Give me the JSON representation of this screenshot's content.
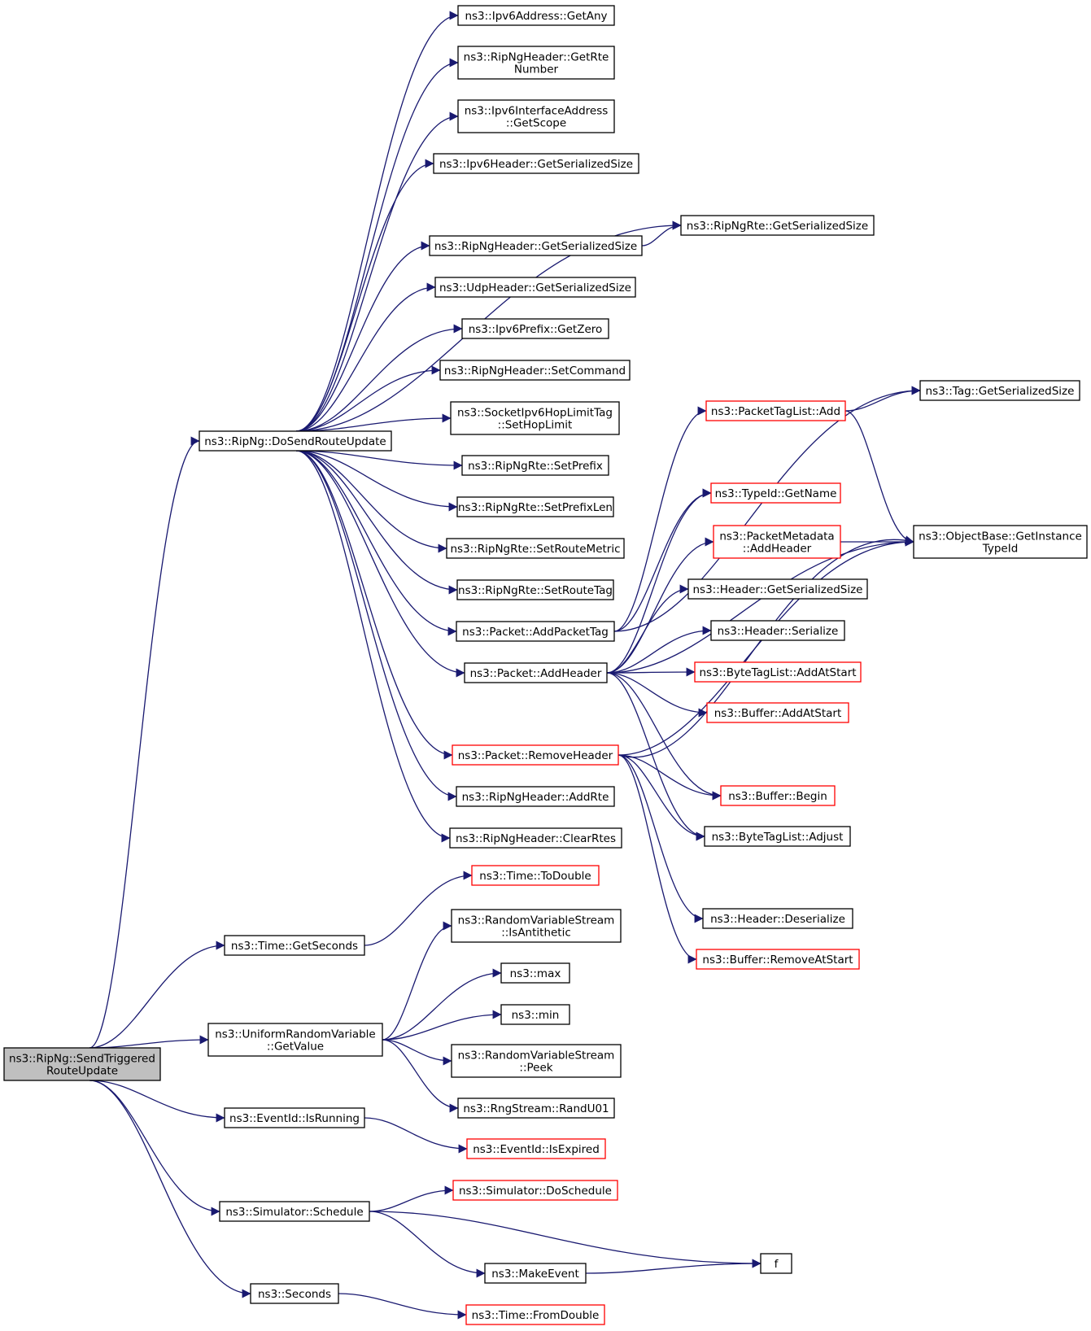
{
  "colors": {
    "edge": "#191970",
    "node_border": "#000000",
    "truncated_border": "#ff0000",
    "root_fill": "#bfbfbf",
    "node_fill": "#ffffff"
  },
  "nodes": [
    {
      "id": "root",
      "lines": [
        "ns3::RipNg::SendTriggered",
        "RouteUpdate"
      ],
      "root": true
    },
    {
      "id": "dosend",
      "lines": [
        "ns3::RipNg::DoSendRouteUpdate"
      ]
    },
    {
      "id": "getany",
      "lines": [
        "ns3::Ipv6Address::GetAny"
      ]
    },
    {
      "id": "getrtenum",
      "lines": [
        "ns3::RipNgHeader::GetRte",
        "Number"
      ]
    },
    {
      "id": "getscope",
      "lines": [
        "ns3::Ipv6InterfaceAddress",
        "::GetScope"
      ]
    },
    {
      "id": "ipv6hdrsize",
      "lines": [
        "ns3::Ipv6Header::GetSerializedSize"
      ]
    },
    {
      "id": "rtesize",
      "lines": [
        "ns3::RipNgRte::GetSerializedSize"
      ]
    },
    {
      "id": "riphdrsize",
      "lines": [
        "ns3::RipNgHeader::GetSerializedSize"
      ]
    },
    {
      "id": "udphdrsize",
      "lines": [
        "ns3::UdpHeader::GetSerializedSize"
      ]
    },
    {
      "id": "getzero",
      "lines": [
        "ns3::Ipv6Prefix::GetZero"
      ]
    },
    {
      "id": "setcommand",
      "lines": [
        "ns3::RipNgHeader::SetCommand"
      ]
    },
    {
      "id": "sethoplimit",
      "lines": [
        "ns3::SocketIpv6HopLimitTag",
        "::SetHopLimit"
      ]
    },
    {
      "id": "setprefix",
      "lines": [
        "ns3::RipNgRte::SetPrefix"
      ]
    },
    {
      "id": "setprefixlen",
      "lines": [
        "ns3::RipNgRte::SetPrefixLen"
      ]
    },
    {
      "id": "setroutemetric",
      "lines": [
        "ns3::RipNgRte::SetRouteMetric"
      ]
    },
    {
      "id": "setroutetag",
      "lines": [
        "ns3::RipNgRte::SetRouteTag"
      ]
    },
    {
      "id": "addpackettag",
      "lines": [
        "ns3::Packet::AddPacketTag"
      ]
    },
    {
      "id": "addheader",
      "lines": [
        "ns3::Packet::AddHeader"
      ]
    },
    {
      "id": "removeheader",
      "lines": [
        "ns3::Packet::RemoveHeader"
      ],
      "truncated": true
    },
    {
      "id": "addrte",
      "lines": [
        "ns3::RipNgHeader::AddRte"
      ]
    },
    {
      "id": "clearrtes",
      "lines": [
        "ns3::RipNgHeader::ClearRtes"
      ]
    },
    {
      "id": "tagsize",
      "lines": [
        "ns3::Tag::GetSerializedSize"
      ]
    },
    {
      "id": "ptladd",
      "lines": [
        "ns3::PacketTagList::Add"
      ],
      "truncated": true
    },
    {
      "id": "getname",
      "lines": [
        "ns3::TypeId::GetName"
      ],
      "truncated": true
    },
    {
      "id": "pmaddheader",
      "lines": [
        "ns3::PacketMetadata",
        "::AddHeader"
      ],
      "truncated": true
    },
    {
      "id": "getinst",
      "lines": [
        "ns3::ObjectBase::GetInstance",
        "TypeId"
      ]
    },
    {
      "id": "hdrsize",
      "lines": [
        "ns3::Header::GetSerializedSize"
      ]
    },
    {
      "id": "hdrserialize",
      "lines": [
        "ns3::Header::Serialize"
      ]
    },
    {
      "id": "btladdatstart",
      "lines": [
        "ns3::ByteTagList::AddAtStart"
      ],
      "truncated": true
    },
    {
      "id": "bufaddatstart",
      "lines": [
        "ns3::Buffer::AddAtStart"
      ],
      "truncated": true
    },
    {
      "id": "bufbegin",
      "lines": [
        "ns3::Buffer::Begin"
      ],
      "truncated": true
    },
    {
      "id": "btladjust",
      "lines": [
        "ns3::ByteTagList::Adjust"
      ]
    },
    {
      "id": "hdrdeserialize",
      "lines": [
        "ns3::Header::Deserialize"
      ]
    },
    {
      "id": "bufremoveatstart",
      "lines": [
        "ns3::Buffer::RemoveAtStart"
      ],
      "truncated": true
    },
    {
      "id": "todouble",
      "lines": [
        "ns3::Time::ToDouble"
      ],
      "truncated": true
    },
    {
      "id": "getseconds",
      "lines": [
        "ns3::Time::GetSeconds"
      ]
    },
    {
      "id": "isantithetic",
      "lines": [
        "ns3::RandomVariableStream",
        "::IsAntithetic"
      ]
    },
    {
      "id": "max",
      "lines": [
        "ns3::max"
      ]
    },
    {
      "id": "min",
      "lines": [
        "ns3::min"
      ]
    },
    {
      "id": "getvalue",
      "lines": [
        "ns3::UniformRandomVariable",
        "::GetValue"
      ]
    },
    {
      "id": "peek",
      "lines": [
        "ns3::RandomVariableStream",
        "::Peek"
      ]
    },
    {
      "id": "randu01",
      "lines": [
        "ns3::RngStream::RandU01"
      ]
    },
    {
      "id": "isrunning",
      "lines": [
        "ns3::EventId::IsRunning"
      ]
    },
    {
      "id": "isexpired",
      "lines": [
        "ns3::EventId::IsExpired"
      ],
      "truncated": true
    },
    {
      "id": "doschedule",
      "lines": [
        "ns3::Simulator::DoSchedule"
      ],
      "truncated": true
    },
    {
      "id": "schedule",
      "lines": [
        "ns3::Simulator::Schedule"
      ]
    },
    {
      "id": "f",
      "lines": [
        "f"
      ]
    },
    {
      "id": "makeevent",
      "lines": [
        "ns3::MakeEvent"
      ]
    },
    {
      "id": "seconds",
      "lines": [
        "ns3::Seconds"
      ]
    },
    {
      "id": "fromdouble",
      "lines": [
        "ns3::Time::FromDouble"
      ],
      "truncated": true
    }
  ],
  "edges": [
    [
      "root",
      "dosend"
    ],
    [
      "root",
      "getseconds"
    ],
    [
      "root",
      "getvalue"
    ],
    [
      "root",
      "isrunning"
    ],
    [
      "root",
      "schedule"
    ],
    [
      "root",
      "seconds"
    ],
    [
      "dosend",
      "getany"
    ],
    [
      "dosend",
      "getrtenum"
    ],
    [
      "dosend",
      "getscope"
    ],
    [
      "dosend",
      "ipv6hdrsize"
    ],
    [
      "dosend",
      "rtesize"
    ],
    [
      "dosend",
      "riphdrsize"
    ],
    [
      "dosend",
      "udphdrsize"
    ],
    [
      "dosend",
      "getzero"
    ],
    [
      "dosend",
      "setcommand"
    ],
    [
      "dosend",
      "sethoplimit"
    ],
    [
      "dosend",
      "setprefix"
    ],
    [
      "dosend",
      "setprefixlen"
    ],
    [
      "dosend",
      "setroutemetric"
    ],
    [
      "dosend",
      "setroutetag"
    ],
    [
      "dosend",
      "addpackettag"
    ],
    [
      "dosend",
      "addheader"
    ],
    [
      "dosend",
      "removeheader"
    ],
    [
      "dosend",
      "addrte"
    ],
    [
      "dosend",
      "clearrtes"
    ],
    [
      "riphdrsize",
      "rtesize"
    ],
    [
      "addpackettag",
      "tagsize"
    ],
    [
      "addpackettag",
      "ptladd"
    ],
    [
      "addpackettag",
      "getname"
    ],
    [
      "ptladd",
      "tagsize"
    ],
    [
      "ptladd",
      "getinst"
    ],
    [
      "pmaddheader",
      "getinst"
    ],
    [
      "addheader",
      "getname"
    ],
    [
      "addheader",
      "pmaddheader"
    ],
    [
      "addheader",
      "hdrsize"
    ],
    [
      "addheader",
      "hdrserialize"
    ],
    [
      "addheader",
      "btladdatstart"
    ],
    [
      "addheader",
      "bufaddatstart"
    ],
    [
      "addheader",
      "getinst"
    ],
    [
      "addheader",
      "bufbegin"
    ],
    [
      "addheader",
      "btladjust"
    ],
    [
      "removeheader",
      "getinst"
    ],
    [
      "removeheader",
      "bufbegin"
    ],
    [
      "removeheader",
      "btladjust"
    ],
    [
      "removeheader",
      "hdrdeserialize"
    ],
    [
      "removeheader",
      "bufremoveatstart"
    ],
    [
      "removeheader",
      "getinst"
    ],
    [
      "getseconds",
      "todouble"
    ],
    [
      "getvalue",
      "isantithetic"
    ],
    [
      "getvalue",
      "max"
    ],
    [
      "getvalue",
      "min"
    ],
    [
      "getvalue",
      "peek"
    ],
    [
      "getvalue",
      "randu01"
    ],
    [
      "isrunning",
      "isexpired"
    ],
    [
      "schedule",
      "doschedule"
    ],
    [
      "schedule",
      "f"
    ],
    [
      "schedule",
      "makeevent"
    ],
    [
      "makeevent",
      "f"
    ],
    [
      "seconds",
      "fromdouble"
    ]
  ]
}
